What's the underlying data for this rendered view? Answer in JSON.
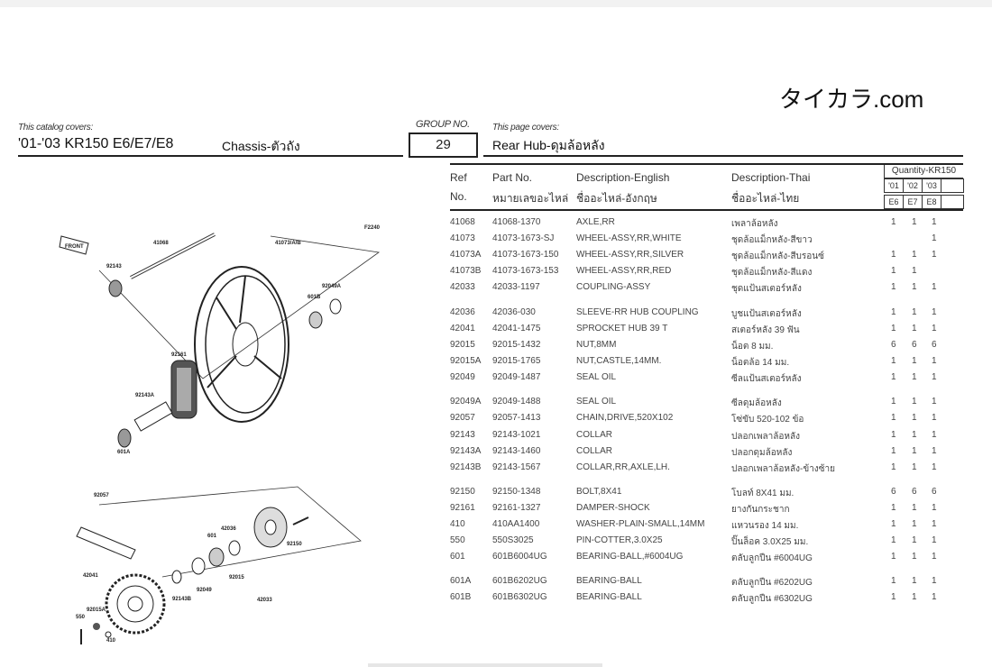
{
  "brand": "タイカラ.com",
  "catalog": {
    "covers_label": "This catalog covers:",
    "model": "'01-'03 KR150 E6/E7/E8",
    "section": "Chassis-ตัวถัง"
  },
  "group": {
    "label": "GROUP NO.",
    "number": "29"
  },
  "page": {
    "covers_label": "This page covers:",
    "title": "Rear Hub-ดุมล้อหลัง"
  },
  "table": {
    "headers": {
      "ref1": "Ref",
      "ref2": "No.",
      "part1": "Part No.",
      "part2": "หมายเลขอะไหล่",
      "en1": "Description-English",
      "en2": "ชื่ออะไหล่-อังกฤษ",
      "th1": "Description-Thai",
      "th2": "ชื่ออะไหล่-ไทย",
      "qty": "Quantity-KR150",
      "years": [
        "'01",
        "'02",
        "'03"
      ],
      "models": [
        "E6",
        "E7",
        "E8"
      ]
    },
    "rows": [
      {
        "ref": "41068",
        "part": "41068-1370",
        "en": "AXLE,RR",
        "th": "เพลาล้อหลัง",
        "q": [
          "1",
          "1",
          "1"
        ]
      },
      {
        "ref": "41073",
        "part": "41073-1673-SJ",
        "en": "WHEEL-ASSY,RR,WHITE",
        "th": "ชุดล้อแม็กหลัง-สีขาว",
        "q": [
          "",
          "",
          "1"
        ]
      },
      {
        "ref": "41073A",
        "part": "41073-1673-150",
        "en": "WHEEL-ASSY,RR,SILVER",
        "th": "ชุดล้อแม็กหลัง-สีบรอนซ์",
        "q": [
          "1",
          "1",
          "1"
        ]
      },
      {
        "ref": "41073B",
        "part": "41073-1673-153",
        "en": "WHEEL-ASSY,RR,RED",
        "th": "ชุดล้อแม็กหลัง-สีแดง",
        "q": [
          "1",
          "1",
          ""
        ]
      },
      {
        "ref": "42033",
        "part": "42033-1197",
        "en": "COUPLING-ASSY",
        "th": "ชุดแป้นสเตอร์หลัง",
        "q": [
          "1",
          "1",
          "1"
        ]
      },
      {
        "ref": "42036",
        "part": "42036-030",
        "en": "SLEEVE-RR HUB COUPLING",
        "th": "บูชแป้นสเตอร์หลัง",
        "q": [
          "1",
          "1",
          "1"
        ]
      },
      {
        "ref": "42041",
        "part": "42041-1475",
        "en": "SPROCKET HUB 39 T",
        "th": "สเตอร์หลัง 39 ฟัน",
        "q": [
          "1",
          "1",
          "1"
        ]
      },
      {
        "ref": "92015",
        "part": "92015-1432",
        "en": "NUT,8MM",
        "th": "น็อต 8 มม.",
        "q": [
          "6",
          "6",
          "6"
        ]
      },
      {
        "ref": "92015A",
        "part": "92015-1765",
        "en": "NUT,CASTLE,14MM.",
        "th": "น็อตล้อ 14 มม.",
        "q": [
          "1",
          "1",
          "1"
        ]
      },
      {
        "ref": "92049",
        "part": "92049-1487",
        "en": "SEAL OIL",
        "th": "ซีลแป้นสเตอร์หลัง",
        "q": [
          "1",
          "1",
          "1"
        ]
      },
      {
        "ref": "92049A",
        "part": "92049-1488",
        "en": "SEAL OIL",
        "th": "ซีลดุมล้อหลัง",
        "q": [
          "1",
          "1",
          "1"
        ]
      },
      {
        "ref": "92057",
        "part": "92057-1413",
        "en": "CHAIN,DRIVE,520X102",
        "th": "โซ่ขับ 520-102 ข้อ",
        "q": [
          "1",
          "1",
          "1"
        ]
      },
      {
        "ref": "92143",
        "part": "92143-1021",
        "en": "COLLAR",
        "th": "ปลอกเพลาล้อหลัง",
        "q": [
          "1",
          "1",
          "1"
        ]
      },
      {
        "ref": "92143A",
        "part": "92143-1460",
        "en": "COLLAR",
        "th": "ปลอกดุมล้อหลัง",
        "q": [
          "1",
          "1",
          "1"
        ]
      },
      {
        "ref": "92143B",
        "part": "92143-1567",
        "en": "COLLAR,RR,AXLE,LH.",
        "th": "ปลอกเพลาล้อหลัง-ข้างซ้าย",
        "q": [
          "1",
          "1",
          "1"
        ]
      },
      {
        "ref": "92150",
        "part": "92150-1348",
        "en": "BOLT,8X41",
        "th": "โบลท์ 8X41 มม.",
        "q": [
          "6",
          "6",
          "6"
        ]
      },
      {
        "ref": "92161",
        "part": "92161-1327",
        "en": "DAMPER-SHOCK",
        "th": "ยางกันกระชาก",
        "q": [
          "1",
          "1",
          "1"
        ]
      },
      {
        "ref": "410",
        "part": "410AA1400",
        "en": "WASHER-PLAIN-SMALL,14MM",
        "th": "แหวนรอง 14 มม.",
        "q": [
          "1",
          "1",
          "1"
        ]
      },
      {
        "ref": "550",
        "part": "550S3025",
        "en": "PIN-COTTER,3.0X25",
        "th": "ปิ๊นล็อค 3.0X25 มม.",
        "q": [
          "1",
          "1",
          "1"
        ]
      },
      {
        "ref": "601",
        "part": "601B6004UG",
        "en": "BEARING-BALL,#6004UG",
        "th": "ตลับลูกปืน #6004UG",
        "q": [
          "1",
          "1",
          "1"
        ]
      },
      {
        "ref": "601A",
        "part": "601B6202UG",
        "en": "BEARING-BALL",
        "th": "ตลับลูกปืน #6202UG",
        "q": [
          "1",
          "1",
          "1"
        ]
      },
      {
        "ref": "601B",
        "part": "601B6302UG",
        "en": "BEARING-BALL",
        "th": "ตลับลูกปืน #6302UG",
        "q": [
          "1",
          "1",
          "1"
        ]
      }
    ]
  },
  "diagram": {
    "code": "F2240",
    "front": "FRONT",
    "labels": [
      "41068",
      "41073/A/B",
      "92143",
      "92049A",
      "601B",
      "92161",
      "92143A",
      "601A",
      "92057",
      "42036",
      "601",
      "92150",
      "42041",
      "92049",
      "92015",
      "92143B",
      "42033",
      "92015A",
      "550",
      "410"
    ]
  }
}
